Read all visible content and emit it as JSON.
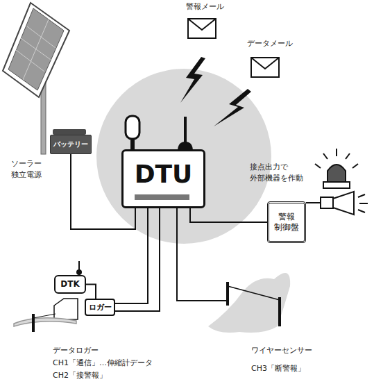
{
  "diagram": {
    "nodes": [
      {
        "text": [
          "バッテリー"
        ]
      },
      {
        "text": [
          "DTU"
        ]
      },
      {
        "text": [
          "警報 制御盤"
        ]
      },
      {
        "text": [
          "DTK"
        ]
      },
      {
        "text": [
          "ロガー"
        ]
      }
    ],
    "edges": [
      {
        "from": 0,
        "to": 1,
        "arrow": "none"
      },
      {
        "from": 1,
        "to": 2,
        "arrow": "none"
      },
      {
        "from": 1,
        "to": 4,
        "arrow": "none"
      },
      {
        "from": 1,
        "to": 4,
        "arrow": "none"
      },
      {
        "from": 3,
        "to": 4,
        "arrow": "none"
      }
    ],
    "labels": [
      "警報メール",
      "データメール",
      "ソーラー 独立電源",
      "接点出力で 外部機器を作動",
      "データロガー",
      "CH1「通信」…伸縮計データ",
      "CH2「接警報」",
      "ワイヤーセンサー",
      "CH3「断警報」"
    ]
  }
}
